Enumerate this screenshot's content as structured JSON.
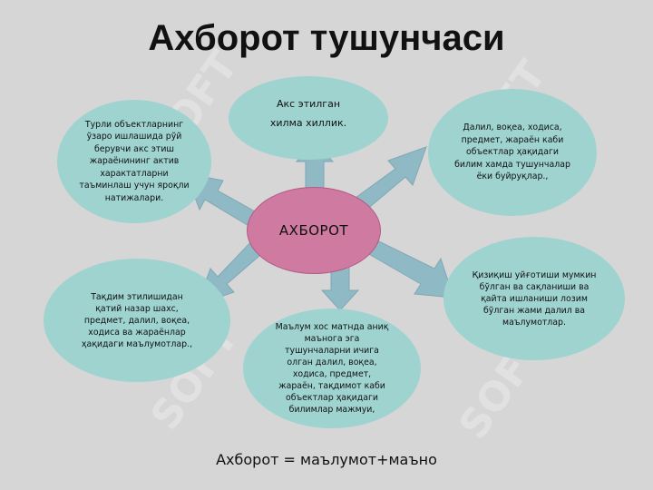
{
  "title": "Ахборот тушунчаси",
  "center": "АХБОРОТ",
  "nodes": {
    "top": "Акс этилган хилма хиллик.",
    "top_left": "Турли объектларнинг ўзаро ишлашида рўй берувчи акс этиш жараёнининг актив характатларни таъминлаш учун яроқли натижалари.",
    "top_right": "Далил, воқеа, ходиса, предмет, жараён каби объектлар ҳақидаги билим хамда тушунчалар ёки буйруқлар.,",
    "bottom_left": "Тақдим этилишидан қатий назар шахс, предмет, далил, воқеа, ходиса ва жараёнлар ҳақидаги маълумотлар.,",
    "bottom": "Маълум хос матнда аниқ маънога эга тушунчаларни ичига олган далил, воқеа, ходиса, предмет, жараён, тақдимот каби объектлар ҳақидаги билимлар мажмуи,",
    "bottom_right": "Қизиқиш уйғотиши мумкин бўлган ва сақланиши ва қайта ишланиши лозим бўлган жами далил ва маълумотлар."
  },
  "formula": "Ахборот = маълумот+маъно",
  "watermark": "SOFT",
  "colors": {
    "node_fill": "#9ed3d0",
    "center_fill": "#cf7aa0",
    "arrow": "#8fb9c4",
    "background": "#d6d6d6"
  }
}
